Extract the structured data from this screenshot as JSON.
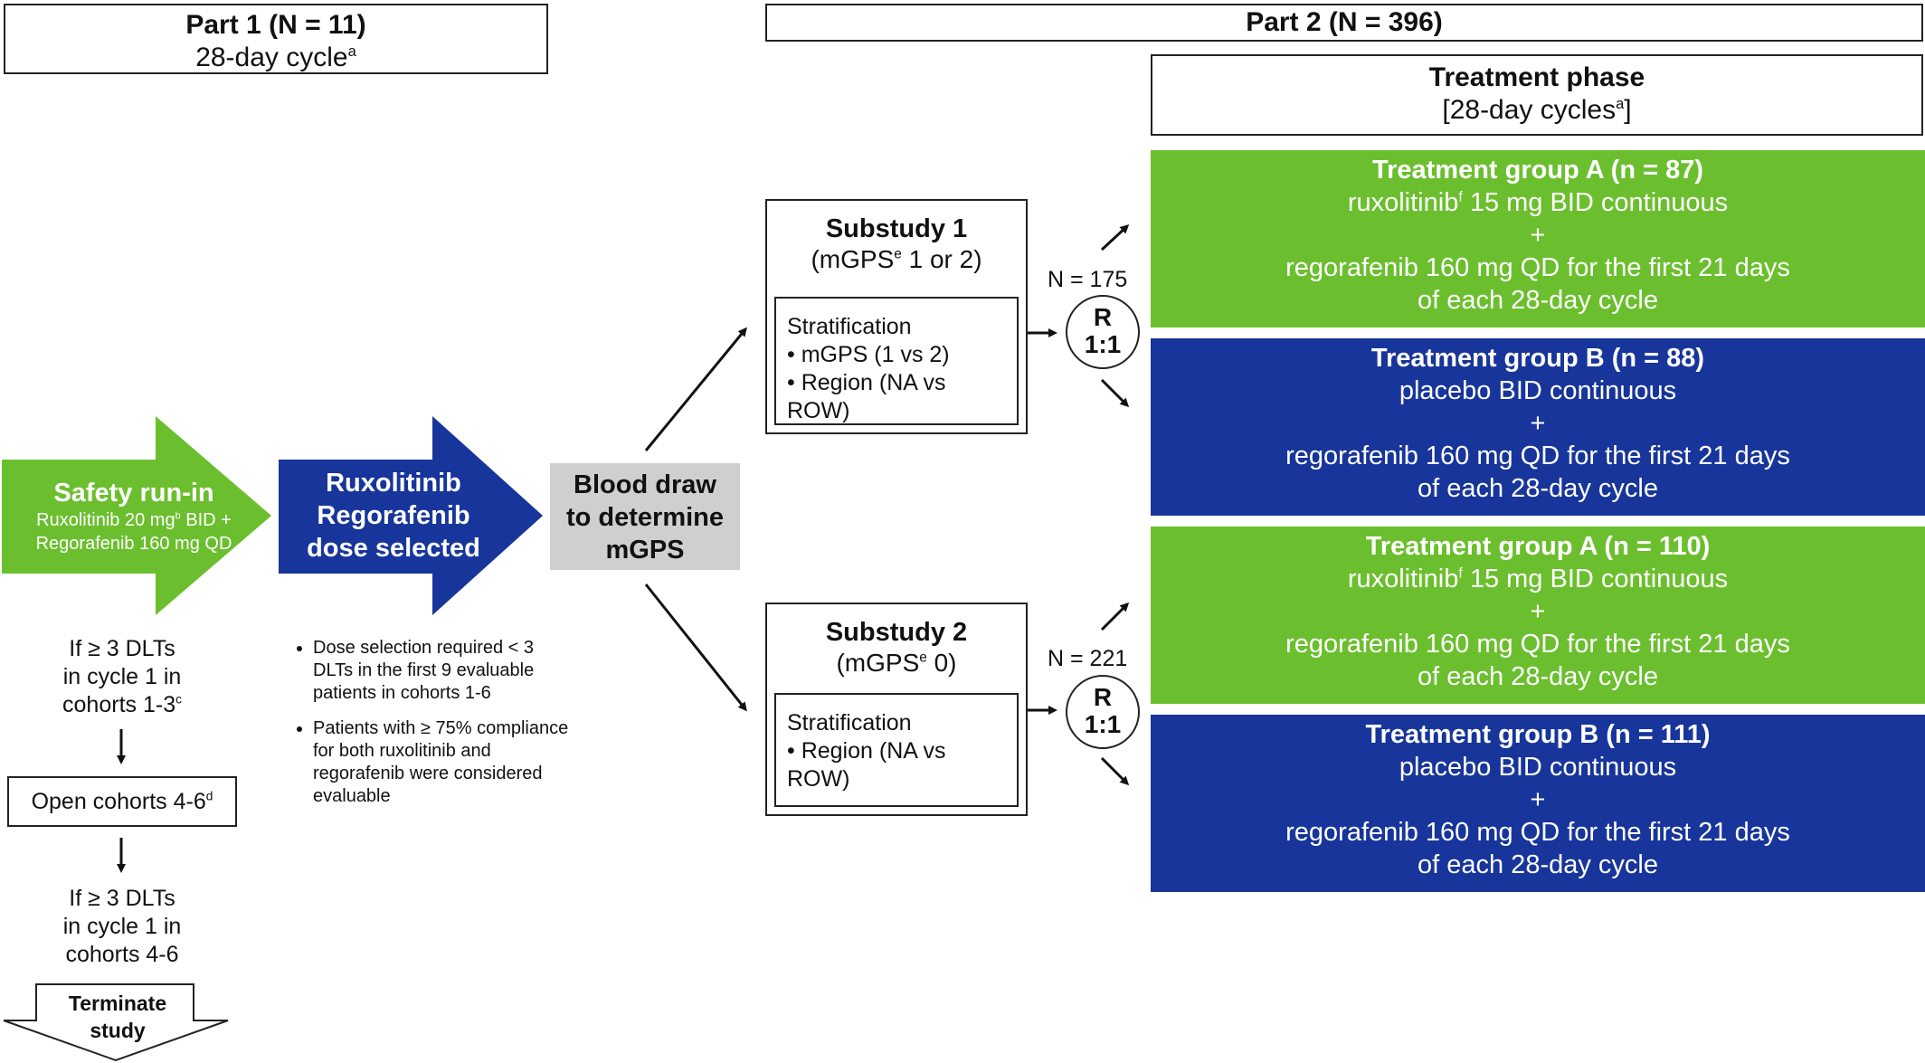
{
  "part1": {
    "title": "Part 1 (N  =  11)",
    "cycle": "28-day cycle",
    "cycle_sup": "a"
  },
  "part2": {
    "title": "Part 2 (N  =  396)"
  },
  "treatment_phase": {
    "title": "Treatment phase",
    "cycles_prefix": "[28-day cycles",
    "cycles_sup": "a",
    "cycles_suffix": "]"
  },
  "safety_runin": {
    "title": "Safety run-in",
    "line1_a": "Ruxolitinib 20 mg",
    "line1_sup": "b",
    "line1_b": " BID +",
    "line2": "Regorafenib 160 mg QD"
  },
  "dose_arrow": {
    "line1": "Ruxolitinib",
    "line2": "Regorafenib",
    "line3": "dose selected"
  },
  "blood_draw": {
    "line1": "Blood draw",
    "line2": "to determine",
    "line3": "mGPS"
  },
  "left_flow": {
    "cond1_l1": "If ≥ 3 DLTs",
    "cond1_l2": "in cycle 1 in",
    "cond1_l3": "cohorts 1-3",
    "cond1_sup": "c",
    "open_cohorts": "Open cohorts 4-6",
    "open_sup": "d",
    "cond2_l1": "If ≥ 3 DLTs",
    "cond2_l2": "in cycle 1 in",
    "cond2_l3": "cohorts 4-6",
    "terminate_l1": "Terminate",
    "terminate_l2": "study"
  },
  "dose_notes": [
    "Dose selection required < 3 DLTs in the first 9 evaluable patients in cohorts 1-6",
    "Patients with ≥ 75% compliance for both ruxolitinib and regorafenib were considered evaluable"
  ],
  "substudy1": {
    "title": "Substudy 1",
    "sub_a": "(mGPS",
    "sub_sup": "e",
    "sub_b": " 1 or 2)",
    "strat_title": "Stratification",
    "strat1": "• mGPS (1 vs 2)",
    "strat2": "• Region (NA vs ROW)",
    "n_label": "N  =  175"
  },
  "substudy2": {
    "title": "Substudy 2",
    "sub_a": "(mGPS",
    "sub_sup": "e",
    "sub_b": " 0)",
    "strat_title": "Stratification",
    "strat1": "• Region (NA vs ROW)",
    "n_label": "N  =  221"
  },
  "randomization": {
    "r": "R",
    "ratio": "1:1"
  },
  "groups": [
    {
      "title": "Treatment group A (n  =  87)",
      "drug_a": "ruxolitinib",
      "drug_sup": "f",
      "drug_b": " 15 mg BID continuous",
      "plus": "+",
      "rego1": "regorafenib 160 mg QD for the first 21 days",
      "rego2": "of each 28-day cycle"
    },
    {
      "title": "Treatment group B (n  =  88)",
      "drug_a": "placebo BID continuous",
      "drug_sup": "",
      "drug_b": "",
      "plus": "+",
      "rego1": "regorafenib 160 mg QD for the first 21 days",
      "rego2": "of each 28-day cycle"
    },
    {
      "title": "Treatment group A (n  =  110)",
      "drug_a": "ruxolitinib",
      "drug_sup": "f",
      "drug_b": " 15 mg BID continuous",
      "plus": "+",
      "rego1": "regorafenib 160 mg QD for the first 21 days",
      "rego2": "of each 28-day cycle"
    },
    {
      "title": "Treatment group B (n  =  111)",
      "drug_a": "placebo BID continuous",
      "drug_sup": "",
      "drug_b": "",
      "plus": "+",
      "rego1": "regorafenib 160 mg QD for the first 21 days",
      "rego2": "of each 28-day cycle"
    }
  ],
  "colors": {
    "green": "#6bbf2e",
    "blue": "#17359a",
    "gray": "#cfcfcf"
  }
}
